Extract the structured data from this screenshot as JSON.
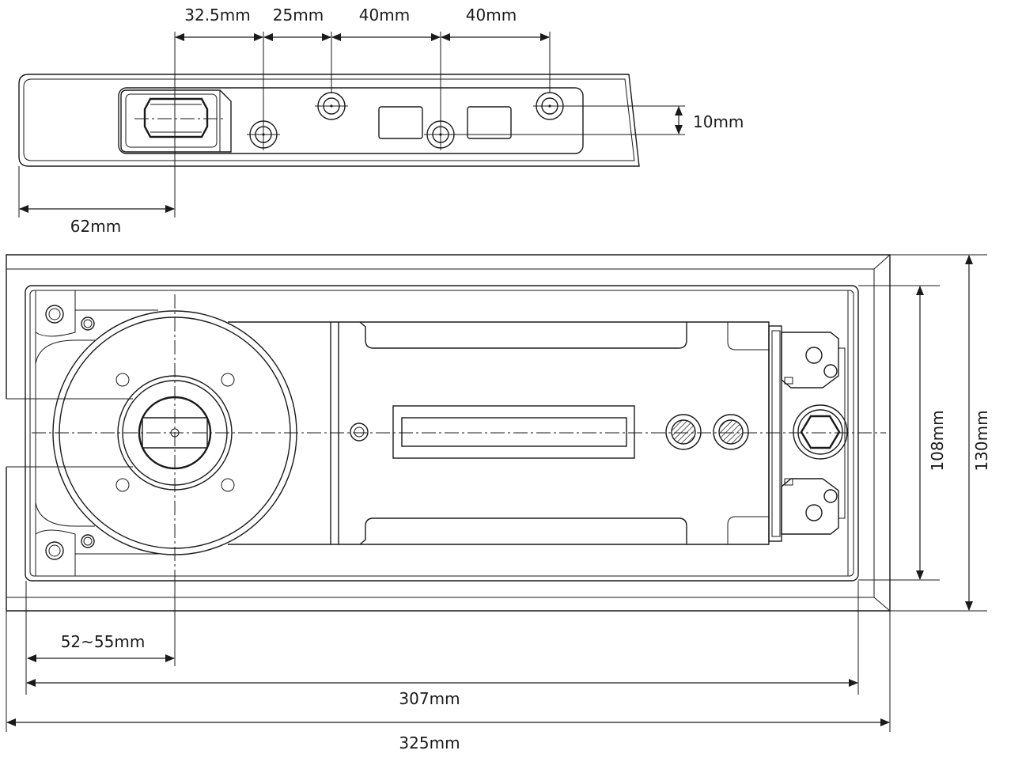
{
  "dimensions": {
    "top_offsets": [
      "32.5mm",
      "25mm",
      "40mm",
      "40mm"
    ],
    "top_vertical_offset": "10mm",
    "top_spindle_offset": "62mm",
    "spindle_from_inner": "52~55mm",
    "inner_length": "307mm",
    "overall_length": "325mm",
    "inner_width": "108mm",
    "overall_width": "130mm"
  }
}
